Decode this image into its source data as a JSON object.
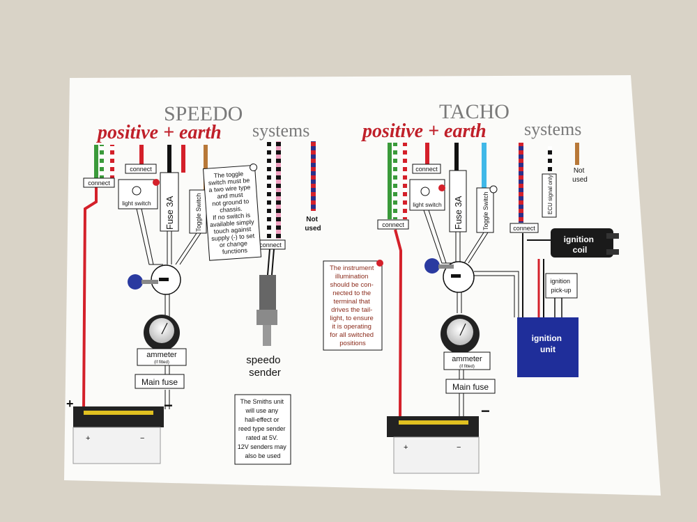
{
  "speedo": {
    "title": "SPEEDO",
    "subtitle_red": "positive + earth",
    "subtitle_grey": "systems",
    "connect_1": "connect",
    "connect_2": "connect",
    "connect_3": "connect",
    "light_switch": "light switch",
    "fuse": "Fuse 3A",
    "toggle_switch": "Toggle Switch",
    "toggle_note": [
      "The toggle",
      "switch must be",
      "a two wire type",
      "and must",
      "not ground to",
      "chassis.",
      "If no switch is",
      "available simply",
      "touch against",
      "supply (-) to set",
      "or change",
      "functions"
    ],
    "not_used": [
      "Not",
      "used"
    ],
    "ammeter": "ammeter",
    "ammeter_sub": "(if fitted)",
    "main_fuse": "Main fuse",
    "plus": "+",
    "minus": "−",
    "bat_plus": "+",
    "bat_minus": "−",
    "sender": [
      "speedo",
      "sender"
    ],
    "smiths_note": [
      "The Smiths unit",
      "will use any",
      "hall-effect or",
      "reed type sender",
      "rated at 5V.",
      "12V senders may",
      "also be used"
    ]
  },
  "tacho": {
    "title": "TACHO",
    "subtitle_red": "positive + earth",
    "subtitle_grey": "systems",
    "connect_1": "connect",
    "connect_2": "connect",
    "connect_3": "connect",
    "light_switch": "light switch",
    "fuse": "Fuse 3A",
    "toggle_switch": "Toggle Switch",
    "ecu": "ECU signal only",
    "not_used": [
      "Not",
      "used"
    ],
    "coil": [
      "ignition",
      "coil"
    ],
    "pickup": [
      "ignition",
      "pick-up"
    ],
    "unit": [
      "ignition",
      "unit"
    ],
    "ammeter": "ammeter",
    "ammeter_sub": "(if fitted)",
    "main_fuse": "Main fuse",
    "minus": "−",
    "bat_plus": "+",
    "bat_minus": "−",
    "illum_note": [
      "The instrument",
      "illumination",
      "should be con-",
      "nected to the",
      "terminal that",
      "drives the tail-",
      "light, to ensure",
      "it is operating",
      "for all switched",
      "positions"
    ]
  },
  "colors": {
    "red": "#d4202a",
    "green": "#3a9a3a",
    "navy": "#2a2f8a",
    "blue": "#2a3aa0",
    "pink": "#f0a0c0",
    "brown": "#b87838",
    "cyan": "#40b8e8",
    "paper": "#fbfbf9"
  }
}
